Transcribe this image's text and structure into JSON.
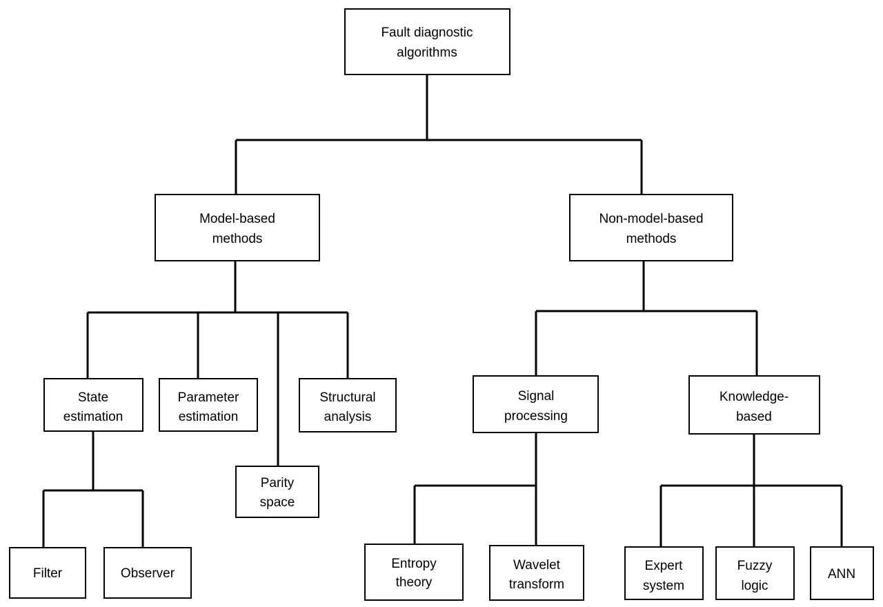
{
  "diagram": {
    "nodes": {
      "root": {
        "lines": [
          "Fault diagnostic",
          "algorithms"
        ]
      },
      "model": {
        "lines": [
          "Model-based",
          "methods"
        ]
      },
      "nonmodel": {
        "lines": [
          "Non-model-based",
          "methods"
        ]
      },
      "state": {
        "lines": [
          "State",
          "estimation"
        ]
      },
      "parameter": {
        "lines": [
          "Parameter",
          "estimation"
        ]
      },
      "parity": {
        "lines": [
          "Parity",
          "space"
        ]
      },
      "structural": {
        "lines": [
          "Structural",
          "analysis"
        ]
      },
      "signal": {
        "lines": [
          "Signal",
          "processing"
        ]
      },
      "knowledge": {
        "lines": [
          "Knowledge-",
          "based"
        ]
      },
      "filter": {
        "lines": [
          "Filter"
        ]
      },
      "observer": {
        "lines": [
          "Observer"
        ]
      },
      "entropy": {
        "lines": [
          "Entropy",
          "theory"
        ]
      },
      "wavelet": {
        "lines": [
          "Wavelet",
          "transform"
        ]
      },
      "expert": {
        "lines": [
          "Expert",
          "system"
        ]
      },
      "fuzzy": {
        "lines": [
          "Fuzzy",
          "logic"
        ]
      },
      "ann": {
        "lines": [
          "ANN"
        ]
      }
    }
  }
}
